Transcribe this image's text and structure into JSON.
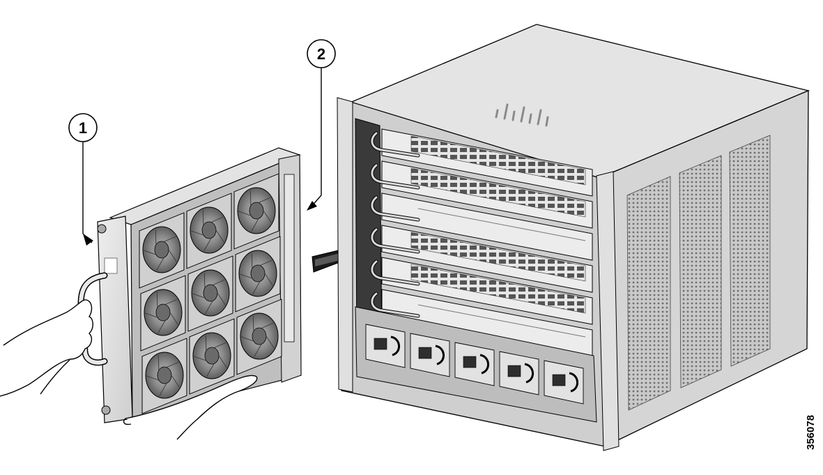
{
  "callouts": [
    {
      "number": "1"
    },
    {
      "number": "2"
    }
  ],
  "figure_id": "356078",
  "colors": {
    "line": "#000000",
    "metal": "#d9d9d9",
    "metal_dark": "#9a9a9a",
    "fan": "#7d7d7d",
    "arrow": "#000000"
  }
}
